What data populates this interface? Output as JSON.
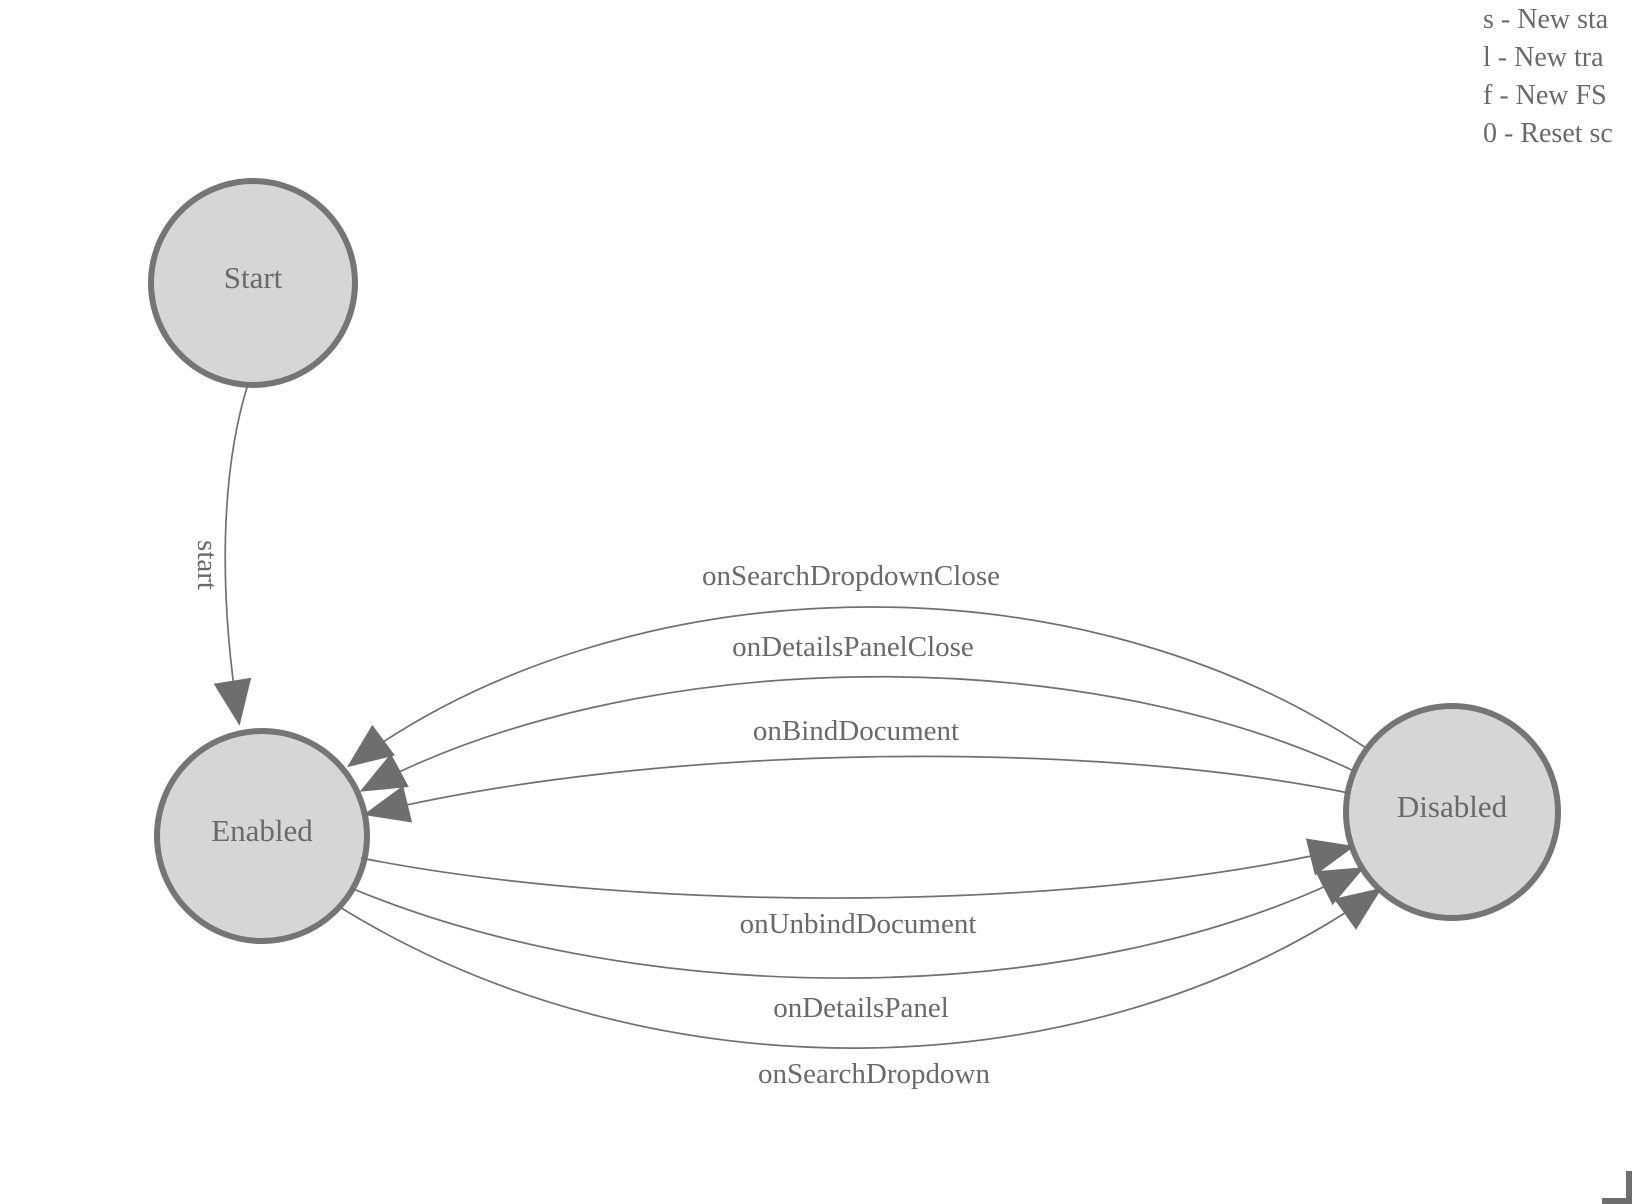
{
  "diagram": {
    "kind": "finite-state-machine",
    "states": [
      {
        "id": "start",
        "label": "Start"
      },
      {
        "id": "enabled",
        "label": "Enabled"
      },
      {
        "id": "disabled",
        "label": "Disabled"
      }
    ],
    "transitions": [
      {
        "label": "start",
        "from": "Start",
        "to": "Enabled"
      },
      {
        "label": "onSearchDropdownClose",
        "from": "Disabled",
        "to": "Enabled"
      },
      {
        "label": "onDetailsPanelClose",
        "from": "Disabled",
        "to": "Enabled"
      },
      {
        "label": "onBindDocument",
        "from": "Disabled",
        "to": "Enabled"
      },
      {
        "label": "onUnbindDocument",
        "from": "Enabled",
        "to": "Disabled"
      },
      {
        "label": "onDetailsPanel",
        "from": "Enabled",
        "to": "Disabled"
      },
      {
        "label": "onSearchDropdown",
        "from": "Enabled",
        "to": "Disabled"
      }
    ]
  },
  "legend": {
    "lines": [
      "s - New sta",
      "l - New tra",
      "f - New FS",
      "0 - Reset sc"
    ]
  },
  "colors": {
    "background": "#ffffff",
    "node_fill": "#d6d6d6",
    "node_stroke": "#757575",
    "edge_stroke": "#707070",
    "arrowhead_fill": "#6e6e6e",
    "text": "#696969"
  }
}
